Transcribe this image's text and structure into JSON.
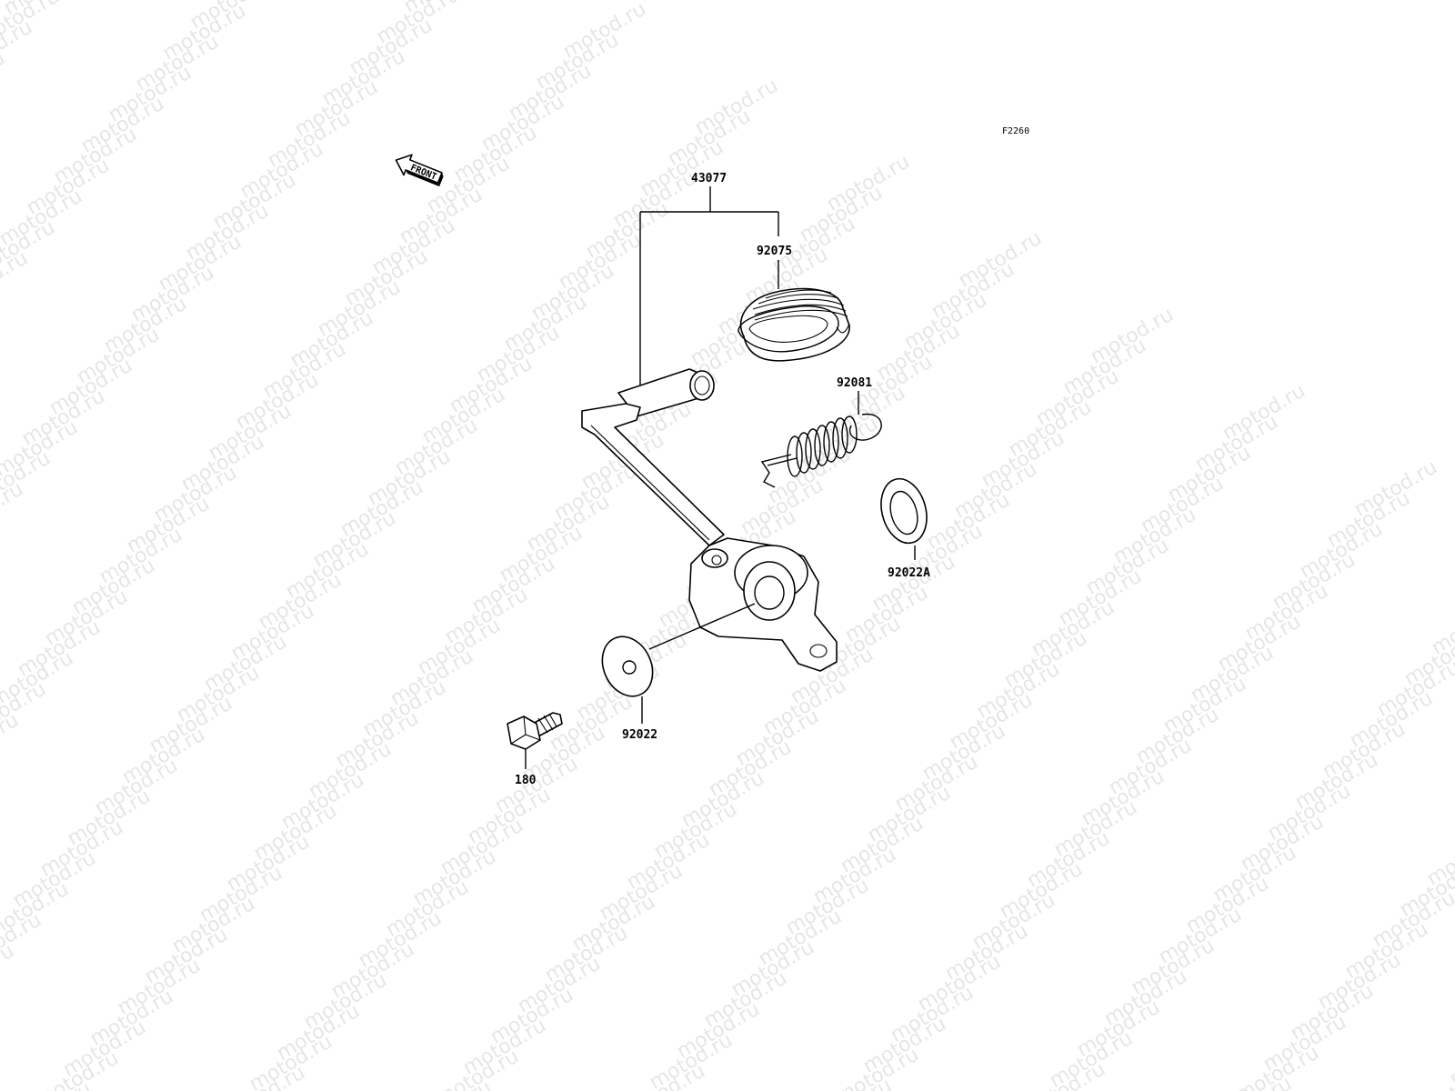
{
  "diagram_code": "F2260",
  "front_arrow_label": "FRONT",
  "watermark_text": "motod.ru",
  "parts": {
    "pedal_assembly": "43077",
    "rubber": "92075",
    "spring": "92081",
    "washer_a": "92022A",
    "washer": "92022",
    "bolt": "180"
  }
}
